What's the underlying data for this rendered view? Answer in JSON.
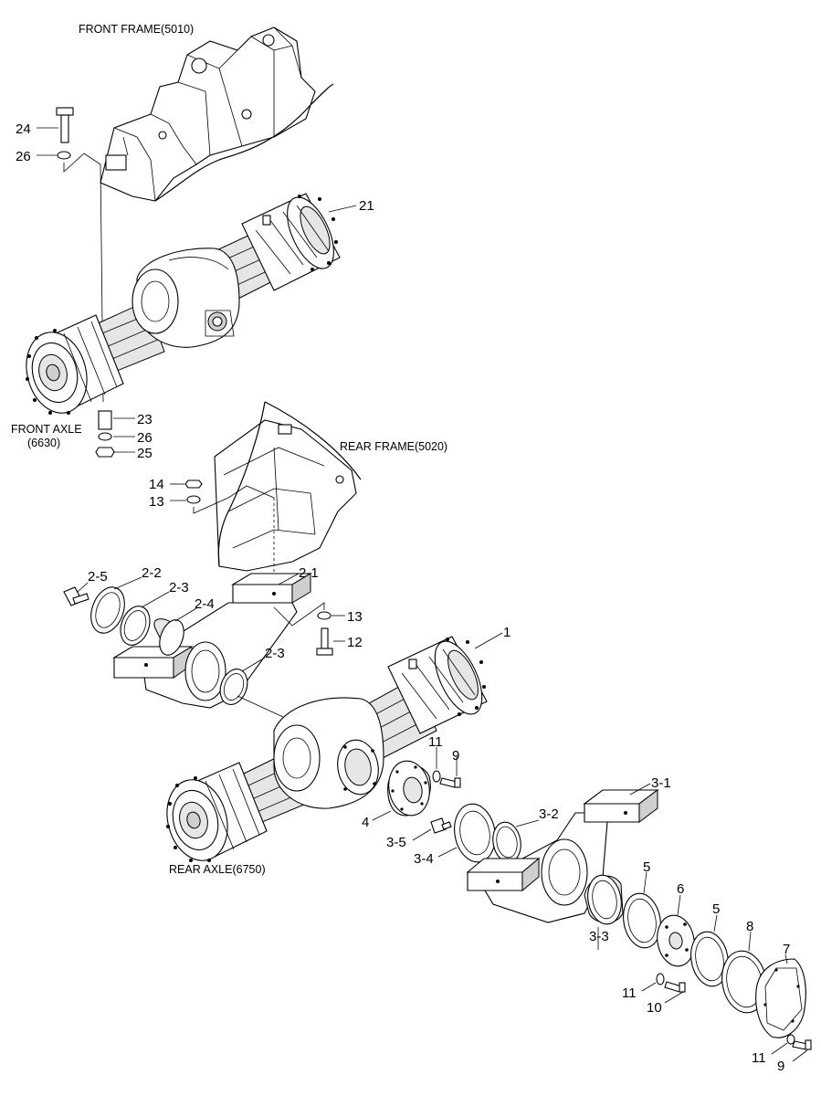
{
  "titles": {
    "front_frame": "FRONT FRAME(5010)",
    "front_axle_line1": "FRONT AXLE",
    "front_axle_line2": "(6630)",
    "rear_frame": "REAR FRAME(5020)",
    "rear_axle": "REAR AXLE(6750)"
  },
  "labels": {
    "p24": "24",
    "p26a": "26",
    "p21": "21",
    "p23": "23",
    "p26b": "26",
    "p25": "25",
    "p14": "14",
    "p13a": "13",
    "p2_5": "2-5",
    "p2_2": "2-2",
    "p2_3a": "2-3",
    "p2_4": "2-4",
    "p2_1": "2-1",
    "p13b": "13",
    "p12": "12",
    "p2_3b": "2-3",
    "p1": "1",
    "p11a": "11",
    "p9a": "9",
    "p4": "4",
    "p3_5": "3-5",
    "p3_4": "3-4",
    "p3_2": "3-2",
    "p3_1": "3-1",
    "p5a": "5",
    "p6": "6",
    "p5b": "5",
    "p8": "8",
    "p7": "7",
    "p3_3": "3-3",
    "p11b": "11",
    "p10": "10",
    "p11c": "11",
    "p9b": "9"
  }
}
